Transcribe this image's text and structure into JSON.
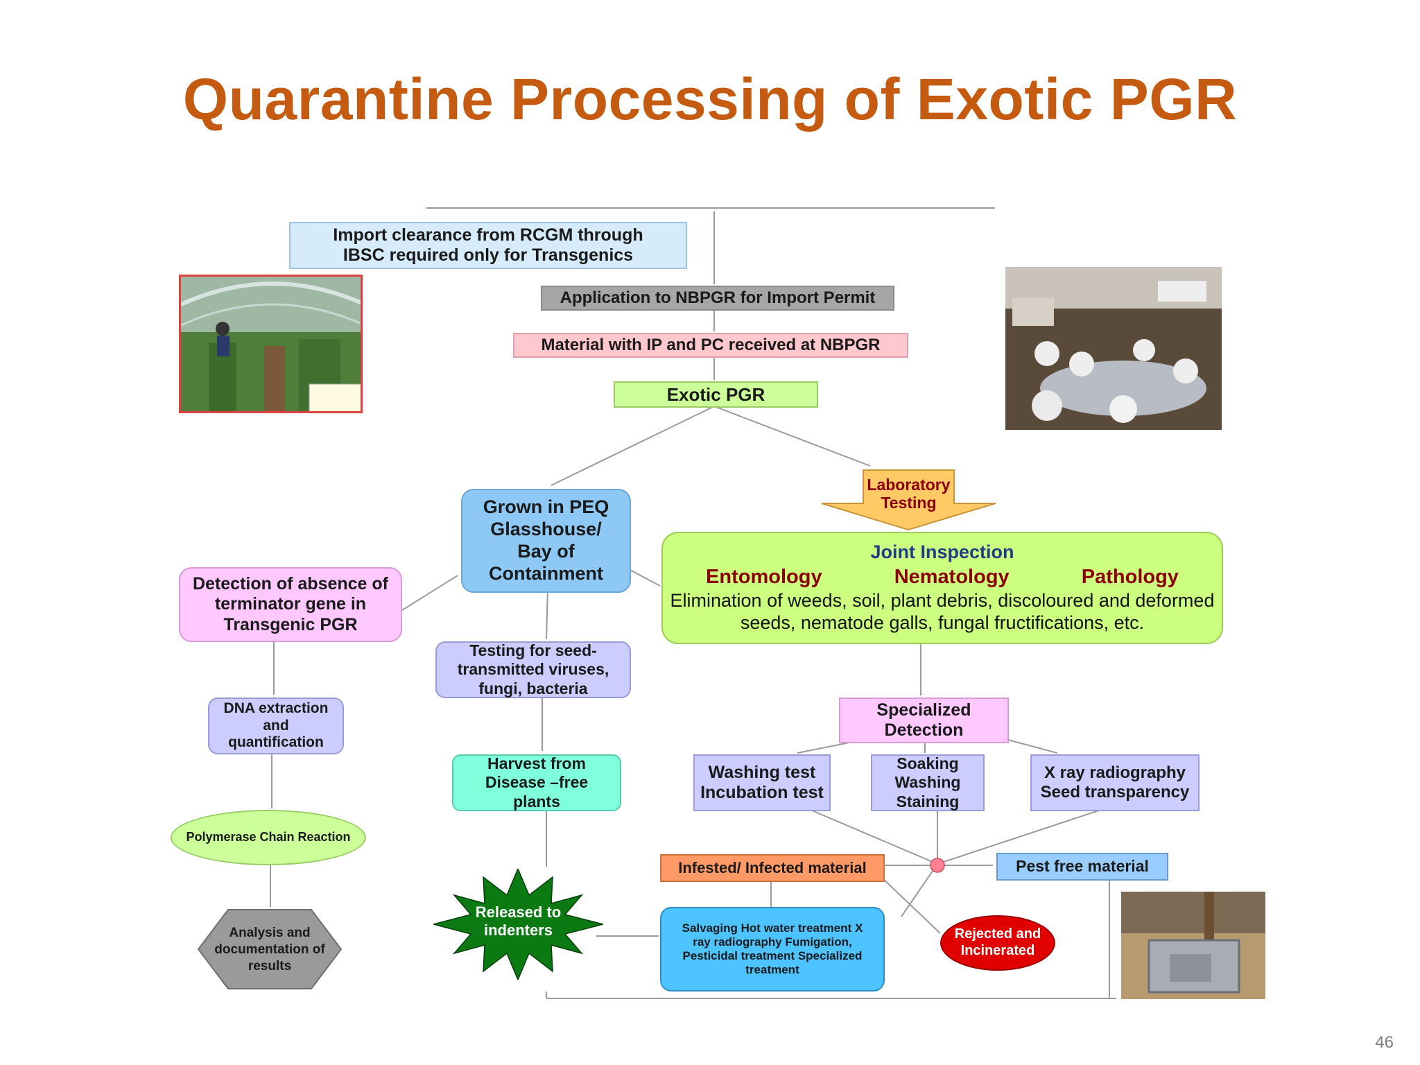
{
  "slide": {
    "title": "Quarantine Processing of Exotic PGR",
    "page_number": "46"
  },
  "nodes": {
    "import_clearance": "Import clearance from RCGM through IBSC required only for Transgenics",
    "application": "Application to NBPGR for Import Permit",
    "material_received": "Material  with IP and PC received at NBPGR",
    "exotic_pgr": "Exotic PGR",
    "grown_peq": "Grown in PEQ Glasshouse/ Bay of Containment",
    "lab_testing": "Laboratory Testing",
    "joint_inspection": {
      "title": "Joint Inspection",
      "disciplines": [
        "Entomology",
        "Nematology",
        "Pathology"
      ],
      "body": "Elimination of weeds, soil, plant debris, discoloured and deformed seeds, nematode galls, fungal fructifications, etc."
    },
    "terminator_detection": "Detection of  absence of terminator gene in Transgenic PGR",
    "seed_testing": "Testing for seed-transmitted viruses, fungi, bacteria",
    "dna_extraction": "DNA extraction and quantification",
    "specialized_detection": "Specialized Detection",
    "washing_test": "Washing test Incubation test",
    "soaking": "Soaking Washing Staining",
    "xray": "X ray radiography Seed  transparency",
    "harvest": "Harvest from Disease –free plants",
    "pcr": "Polymerase Chain Reaction",
    "infested": "Infested/ Infected material",
    "pest_free": "Pest free material",
    "released": "Released to indenters",
    "salvaging": "Salvaging Hot water treatment X ray radiography Fumigation, Pesticidal treatment Specialized treatment",
    "rejected": "Rejected and Incinerated",
    "analysis": "Analysis and documentation of results"
  },
  "colors": {
    "title": "#c55a11",
    "light_blue": "#d6ecfa",
    "grey": "#a6a6a6",
    "pink": "#ffc7ce",
    "light_green": "#ccff99",
    "sky_blue": "#8ec8f5",
    "orange_arrow": "#ffc966",
    "yellow_green": "#ccff80",
    "magenta_light": "#ffc8ff",
    "lavender": "#ccccff",
    "aqua": "#80ffdd",
    "green_ellipse": "#ccff99",
    "orange": "#ff9966",
    "blue_pill": "#99ccff",
    "green_star": "#0b7a12",
    "cyan": "#4dc3ff",
    "red": "#e10000",
    "hex_grey": "#9a9a9a"
  }
}
